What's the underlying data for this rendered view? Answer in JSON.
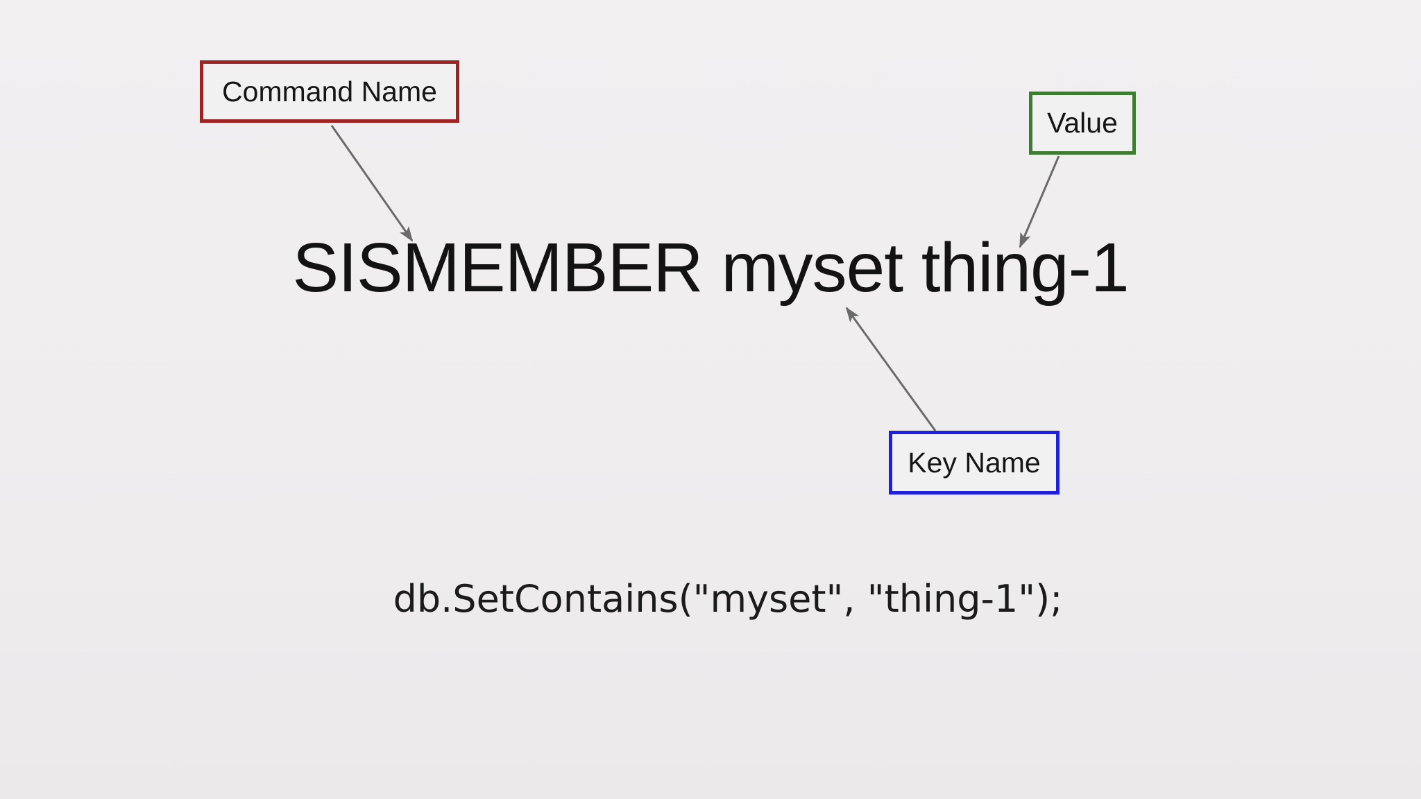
{
  "slide": {
    "background_color": "#efedee",
    "title_text": "SISMEMBER myset thing-1",
    "title_parts": {
      "command": "SISMEMBER",
      "key": "myset",
      "value": "thing-1"
    },
    "code_text": "db.SetContains(\"myset\", \"thing-1\");",
    "annotations": {
      "command": {
        "label": "Command Name",
        "border_color": "#9e2323"
      },
      "value": {
        "label": "Value",
        "border_color": "#3e7c34"
      },
      "key": {
        "label": "Key Name",
        "border_color": "#1f1fdd"
      }
    },
    "arrow_color": "#6a6a6a",
    "text_color": "#131313"
  }
}
